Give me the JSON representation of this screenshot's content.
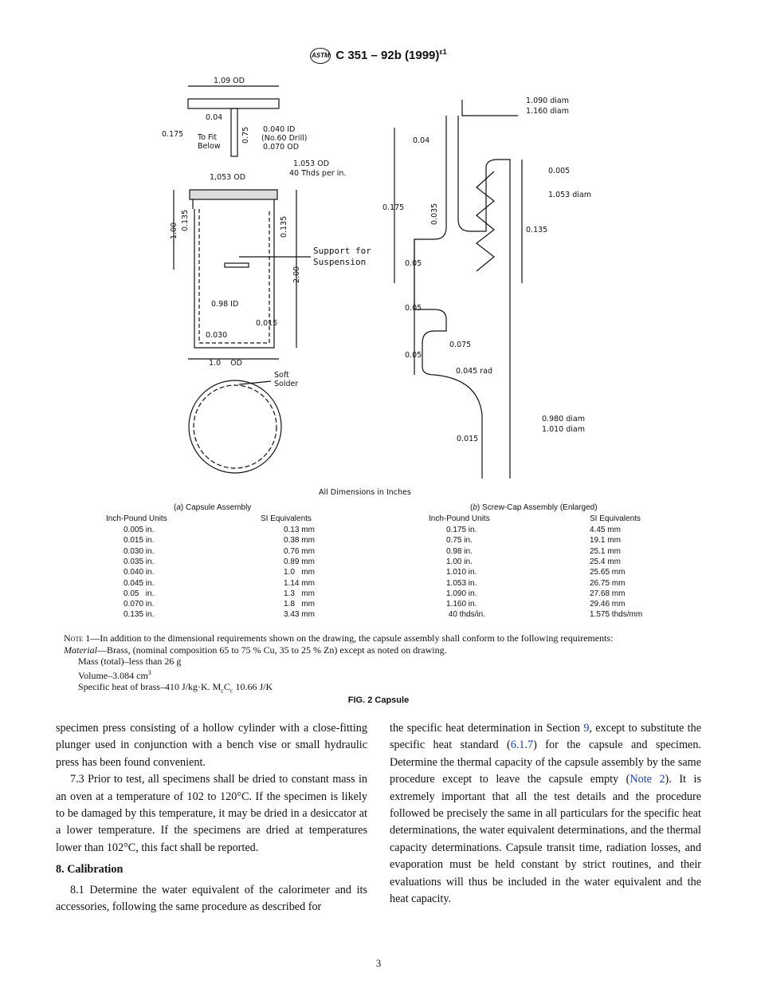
{
  "header": {
    "logo": "ASTM",
    "designation": "C 351 – 92b (1999)",
    "superscript": "ε1"
  },
  "drawing": {
    "left_labels": [
      "1.09 OD",
      "0.04",
      "0.175",
      "To Fit",
      "Below",
      "0.75",
      "0.040 ID",
      "(No.60 Drill)",
      "0.070 OD",
      "1.053 OD",
      "40 Thds per in.",
      "1,053 OD",
      "1.00",
      "0.135",
      "0.135",
      "Support for",
      "Suspension",
      "2.00",
      "0.98 ID",
      "0.015",
      "0.030",
      "1.0    OD",
      "Soft",
      "Solder"
    ],
    "right_labels": [
      "1.090 diam",
      "1.160 diam",
      "0.04",
      "0.005",
      "1.053 diam",
      "0.175",
      "0.035",
      "0.135",
      "0.05",
      "0.05",
      "0.05",
      "0.075",
      "0.045 rad",
      "0.980 diam",
      "1.010 diam",
      "0.015"
    ],
    "footer": "All Dimensions in Inches"
  },
  "table": {
    "a": {
      "caption_letter": "a",
      "caption": " Capsule Assembly",
      "headers": [
        "Inch-Pound Units",
        "SI Equivalents"
      ],
      "rows": [
        [
          "0.005 in.",
          "0.13 mm"
        ],
        [
          "0.015 in.",
          "0.38 mm"
        ],
        [
          "0.030 in.",
          "0.76 mm"
        ],
        [
          "0.035 in.",
          "0.89 mm"
        ],
        [
          "0.040 in.",
          "1.0   mm"
        ],
        [
          "0.045 in.",
          "1.14 mm"
        ],
        [
          "0.05   in.",
          "1.3   mm"
        ],
        [
          "0.070 in.",
          "1.8   mm"
        ],
        [
          "0.135 in.",
          "3.43 mm"
        ]
      ]
    },
    "b": {
      "caption_letter": "b",
      "caption": " Screw-Cap Assembly (Enlarged)",
      "headers": [
        "Inch-Pound Units",
        "SI Equivalents"
      ],
      "rows": [
        [
          "0.175 in.",
          "4.45 mm"
        ],
        [
          "0.75 in.",
          "19.1 mm"
        ],
        [
          "0.98 in.",
          "25.1 mm"
        ],
        [
          "1.00 in.",
          "25.4 mm"
        ],
        [
          "1.010 in.",
          "25.65 mm"
        ],
        [
          "1.053 in.",
          "26.75 mm"
        ],
        [
          "1.090 in.",
          "27.68 mm"
        ],
        [
          "1.160 in.",
          "29.46 mm"
        ],
        [
          " 40 thds/in.",
          "1.575 thds/mm"
        ]
      ]
    }
  },
  "note": {
    "label": "Note",
    "line1": " 1—In addition to the dimensional requirements shown on the drawing, the capsule assembly shall conform to the following requirements:",
    "material_label": "Material",
    "material": "—Brass, (nominal composition 65 to 75 % Cu, 35 to 25 % Zn) except as noted on drawing.",
    "mass": "Mass (total)–less than 26 g",
    "volume": "Volume–3.084 cm",
    "volume_sup": "3",
    "specific_heat": "Specific heat of brass–410 J/kg·K. M",
    "sub1": "c",
    "mid": "C",
    "sub2": "c",
    "specific_heat_end": " 10.66 J/K"
  },
  "figure_caption": "FIG. 2 Capsule",
  "body": {
    "left": {
      "p1": "specimen press consisting of a hollow cylinder with a close-fitting plunger used in conjunction with a bench vise or small hydraulic press has been found convenient.",
      "p2": "7.3 Prior to test, all specimens shall be dried to constant mass in an oven at a temperature of 102 to 120°C. If the specimen is likely to be damaged by this temperature, it may be dried in a desiccator at a lower temperature. If the specimens are dried at temperatures lower than 102°C, this fact shall be reported.",
      "heading": "8. Calibration",
      "p3": "8.1 Determine the water equivalent of the calorimeter and its accessories, following the same procedure as described for"
    },
    "right": {
      "a": "the specific heat determination in Section ",
      "link1": "9",
      "b": ", except to substitute the specific heat standard (",
      "link2": "6.1.7",
      "c": ") for the capsule and specimen. Determine the thermal capacity of the capsule assembly by the same procedure except to leave the capsule empty (",
      "link3": "Note 2",
      "d": "). It is extremely important that all the test details and the procedure followed be precisely the same in all particulars for the specific heat determinations, the water equivalent determinations, and the thermal capacity determinations. Capsule transit time, radiation losses, and evaporation must be held constant by strict routines, and their evaluations will thus be included in the water equivalent and the heat capacity."
    }
  },
  "page_number": "3",
  "colors": {
    "link": "#1a3fb0",
    "text": "#111111"
  }
}
